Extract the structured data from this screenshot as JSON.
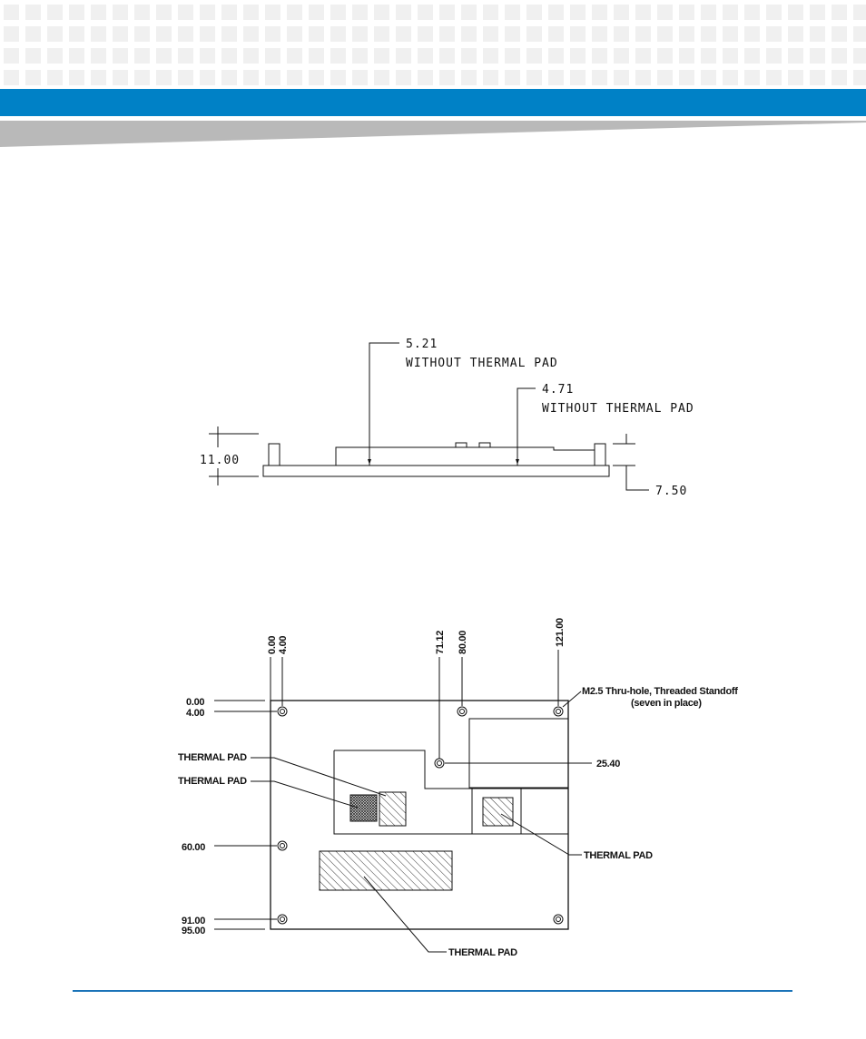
{
  "colors": {
    "header_blue": "#0081c6",
    "header_gray": "#b9b9b9",
    "pattern_gray": "#f0f0f0",
    "footer_line": "#1a73b8"
  },
  "side_view": {
    "dim_top_left_value": "5.21",
    "dim_top_left_note": "WITHOUT THERMAL PAD",
    "dim_top_right_value": "4.71",
    "dim_top_right_note": "WITHOUT THERMAL PAD",
    "dim_height": "11.00",
    "dim_right": "7.50"
  },
  "top_view": {
    "x_labels": [
      "0.00",
      "4.00",
      "71.12",
      "80.00",
      "121.00"
    ],
    "y_labels": [
      "0.00",
      "4.00",
      "60.00",
      "91.00",
      "95.00"
    ],
    "hole_y_label": "25.40",
    "standoff_line1": "M2.5 Thru-hole, Threaded Standoff",
    "standoff_line2": "(seven in place)",
    "thermal_pad_label": "THERMAL PAD"
  }
}
